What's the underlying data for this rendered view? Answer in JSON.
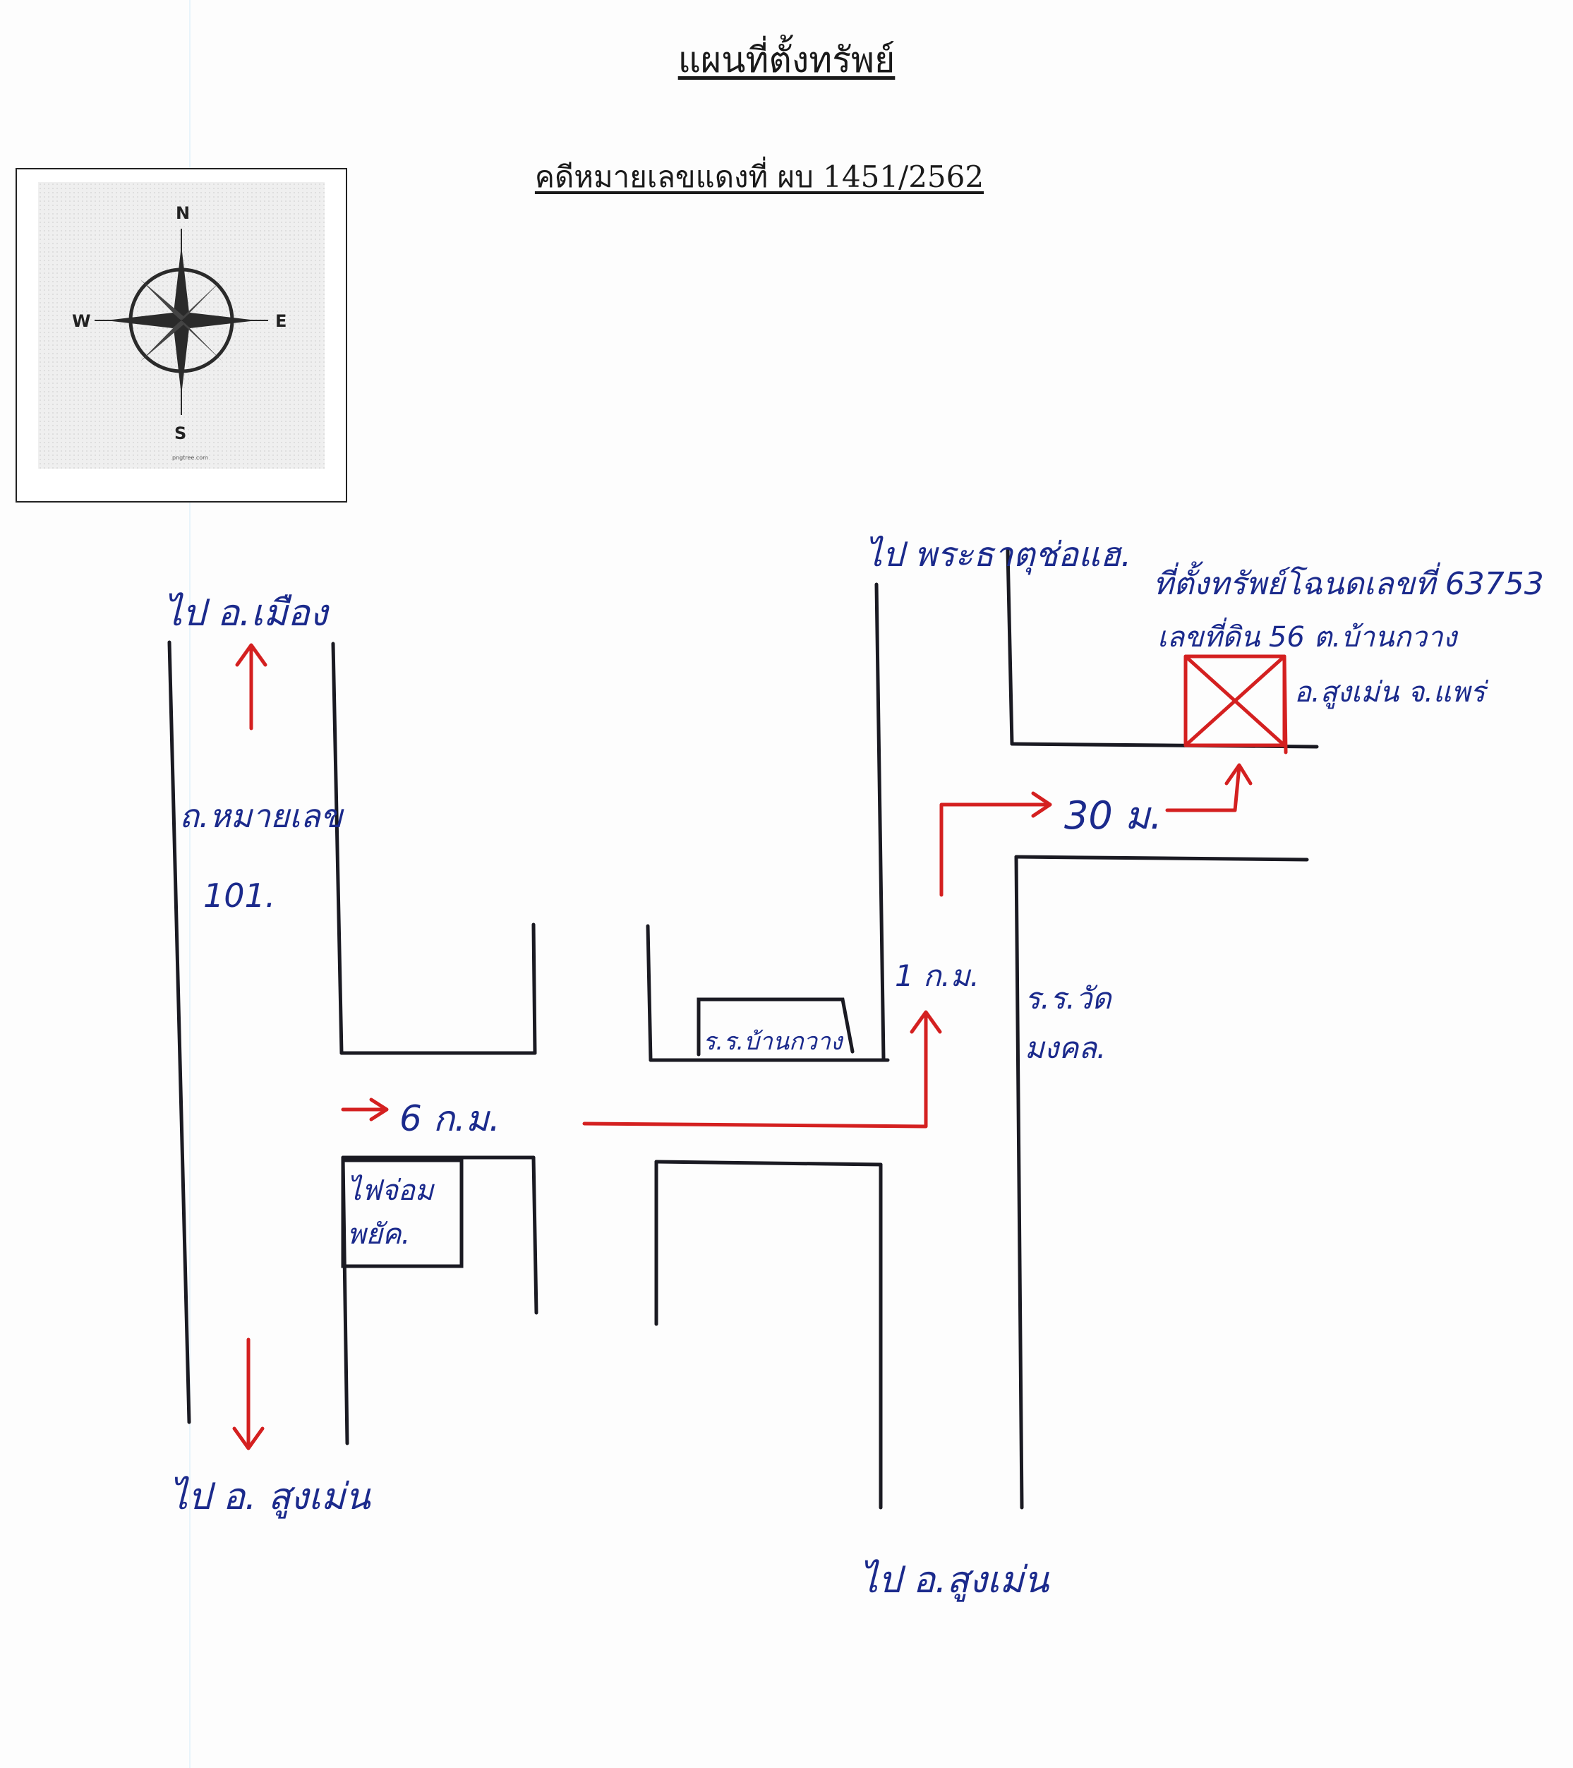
{
  "title": "แผนที่ตั้งทรัพย์",
  "case_number": "คดีหมายเลขแดงที่ ผบ 1451/2562",
  "compass": {
    "north": "N",
    "south": "S",
    "east": "E",
    "west": "W",
    "credit": "pngtree.com"
  },
  "labels": {
    "to_mueang": "ไป อ.เมือง",
    "highway": "ถ.หมายเลข",
    "highway_number": "101.",
    "to_song_south": "ไป อ. สูงเม่น",
    "distance_6km": "6 ก.ม.",
    "school_ban_kwang": "ร.ร.บ้านกวาง",
    "suam_pue_wat": "ไฟจ่อม\nพยัค.",
    "distance_1km": "1 ก.ม.",
    "school_wat_mongkhon": "ร.ร.วัด\nมงคล.",
    "to_phra_that": "ไป พระธาตุช่อแฮ.",
    "distance_30m": "30 ม.",
    "property_location": "ที่ตั้งทรัพย์โฉนดเลขที่ 63753",
    "land_number": "เลขที่ดิน 56 ต.บ้านกวาง",
    "district": "อ.สูงเม่น จ.แพร่",
    "to_song_bottom": "ไป อ.สูงเม่น"
  },
  "colors": {
    "road": "#1a1a22",
    "route": "#d42020",
    "ink": "#1b2a8c"
  }
}
